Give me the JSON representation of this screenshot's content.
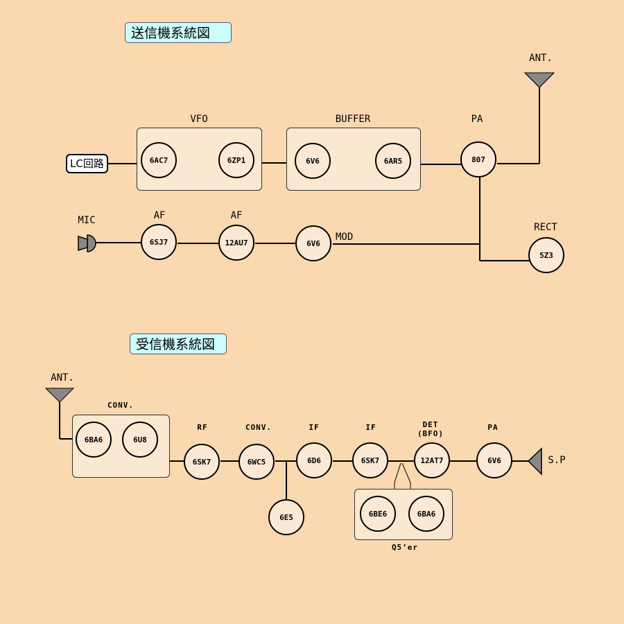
{
  "transmitter": {
    "title": "送信機系統図",
    "lc_box": "LC回路",
    "labels": {
      "vfo": "VFO",
      "buffer": "BUFFER",
      "pa": "PA",
      "ant": "ANT.",
      "mic": "MIC",
      "af1": "AF",
      "af2": "AF",
      "mod": "MOD",
      "rect": "RECT"
    },
    "tubes": {
      "vfo1": "6AC7",
      "vfo2": "6ZP1",
      "buf1": "6V6",
      "buf2": "6AR5",
      "pa": "807",
      "af1": "6SJ7",
      "af2": "12AU7",
      "mod": "6V6",
      "rect": "5Z3"
    }
  },
  "receiver": {
    "title": "受信機系統図",
    "labels": {
      "ant": "ANT.",
      "conv1": "CONV.",
      "rf": "RF",
      "conv2": "CONV.",
      "if1": "IF",
      "if2": "IF",
      "det": "DET",
      "bfo": "(BFO)",
      "pa": "PA",
      "sp": "S.P",
      "q5": "Q5’er"
    },
    "tubes": {
      "conv_a": "6BA6",
      "conv_b": "6U8",
      "rf": "6SK7",
      "conv": "6WC5",
      "if1": "6D6",
      "if2": "6SK7",
      "det": "12AT7",
      "pa": "6V6",
      "osc": "6E5",
      "q5a": "6BE6",
      "q5b": "6BA6"
    }
  },
  "colors": {
    "background": "#fad8b0",
    "title_bg": "#ccfcfc",
    "group_bg": "#fae8d0",
    "tube_fill": "#fbe9d6",
    "symbol_gray": "#808080"
  }
}
